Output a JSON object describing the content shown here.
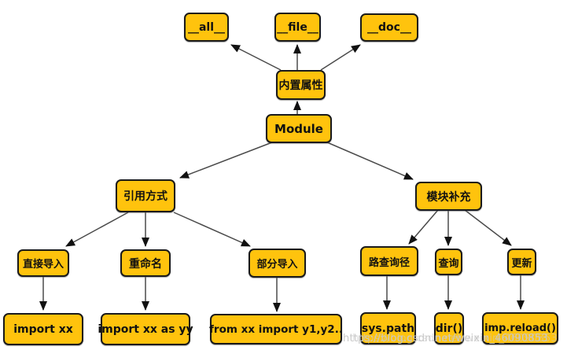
{
  "diagram": {
    "nodes": {
      "module": {
        "label": "Module"
      },
      "builtin_attrs": {
        "label": "内置属性"
      },
      "dunder_all": {
        "label": "__all__"
      },
      "dunder_file": {
        "label": "__file__"
      },
      "dunder_doc": {
        "label": "__doc__"
      },
      "reference_methods": {
        "label": "引用方式"
      },
      "direct_import": {
        "label": "直接导入"
      },
      "rename_import": {
        "label": "重命名"
      },
      "partial_import": {
        "label": "部分导入"
      },
      "import_xx": {
        "label": "import xx"
      },
      "import_xx_as_yy": {
        "label": "import xx as yy"
      },
      "from_xx_import": {
        "label": "from xx import y1,y2.."
      },
      "module_supplement": {
        "label": "模块补充"
      },
      "search_path": {
        "label": "路查询径"
      },
      "query": {
        "label": "查询"
      },
      "update": {
        "label": "更新"
      },
      "sys_path": {
        "label": "sys.path"
      },
      "dir_func": {
        "label": "dir()"
      },
      "imp_reload": {
        "label": "imp.reload()"
      }
    },
    "watermark": {
      "text": "https://blog.csdn.net/weixin_46090853"
    }
  },
  "colors": {
    "background": "#FFFFFF",
    "node_fill": "#FFC30D",
    "node_border": "#1A1A1A",
    "edge": "#4A4A4A",
    "edge_head": "#111111",
    "watermark": "#C9C9C9"
  }
}
